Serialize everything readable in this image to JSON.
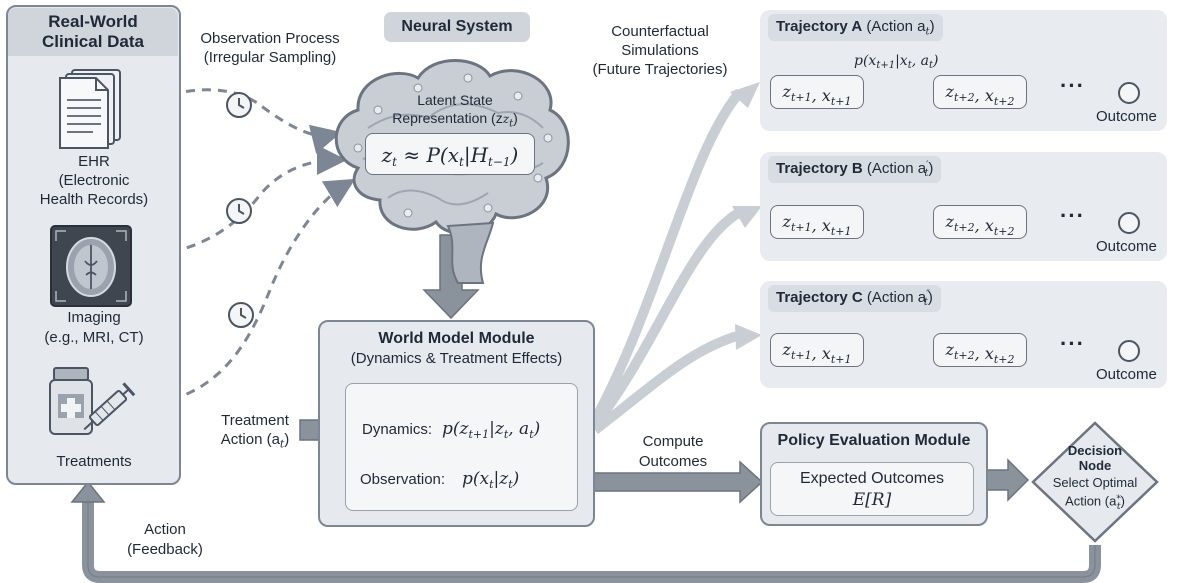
{
  "clinical": {
    "title": "Real-World\nClinical Data",
    "ehr_label": "EHR\n(Electronic\nHealth Records)",
    "imaging_label": "Imaging\n(e.g., MRI, CT)",
    "treatments_label": "Treatments"
  },
  "observation_process": "Observation Process\n(Irregular Sampling)",
  "neural": {
    "title": "Neural System",
    "latent_label": "Latent State\nRepresentation (z",
    "latent_sub": "t",
    "latent_close": ")",
    "equation": "z_t ≈ P(x_t|H_{t−1})"
  },
  "world_model": {
    "title": "World Model Module",
    "subtitle": "(Dynamics & Treatment Effects)",
    "dynamics_label": "Dynamics:",
    "dynamics_eq": "p(z_{t+1}|z_t, a_t)",
    "observation_label": "Observation:",
    "observation_eq": "p(x_t|z_t)"
  },
  "treatment_action": "Treatment\nAction (a",
  "counterfactual": "Counterfactual\nSimulations\n(Future Trajectories)",
  "trajectories": [
    {
      "name": "Trajectory A",
      "action": "(Action a",
      "sup": "",
      "sub": "t",
      "close": ")",
      "transition": "p(x_{t+1}|x_t, a_t)",
      "state1": "z_{t+1}, x_{t+1}",
      "state2": "z_{t+2}, x_{t+2}",
      "outcome": "Outcome"
    },
    {
      "name": "Trajectory B",
      "action": "(Action a",
      "sup": "′",
      "sub": "t",
      "close": ")",
      "transition": "",
      "state1": "z_{t+1}, x_{t+1}",
      "state2": "z_{t+2}, x_{t+2}",
      "outcome": "Outcome"
    },
    {
      "name": "Trajectory C",
      "action": "(Action a",
      "sup": "″",
      "sub": "t",
      "close": ")",
      "transition": "",
      "state1": "z_{t+1}, x_{t+1}",
      "state2": "z_{t+2}, x_{t+2}",
      "outcome": "Outcome"
    }
  ],
  "compute_outcomes": "Compute\nOutcomes",
  "policy": {
    "title": "Policy Evaluation Module",
    "expected": "Expected Outcomes",
    "expected_eq": "E[R]"
  },
  "decision": {
    "title": "Decision\nNode",
    "text": "Select Optimal\nAction (a",
    "sup": "*",
    "sub": "t",
    "close": ")"
  },
  "feedback": "Action\n(Feedback)",
  "colors": {
    "panel_bg": "#e6e9ee",
    "border": "#7d8694",
    "arrow": "#8a929c",
    "arrow_dark": "#6b7480"
  }
}
